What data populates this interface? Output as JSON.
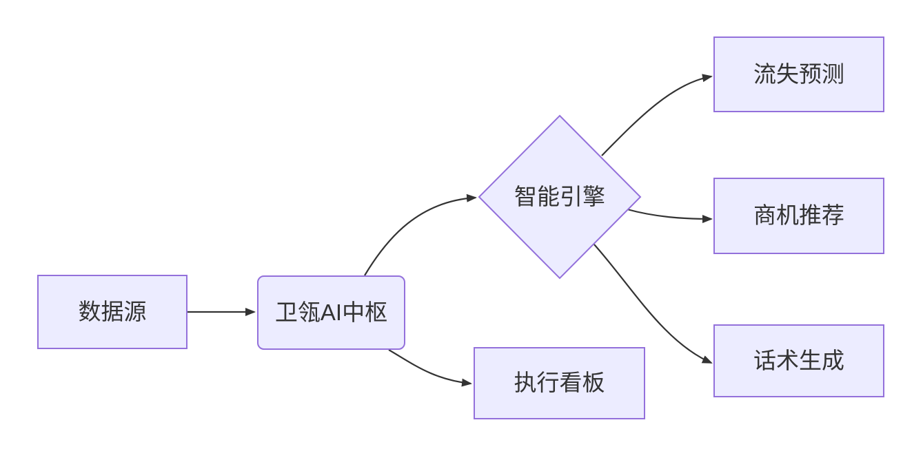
{
  "diagram": {
    "type": "flowchart",
    "direction": "left-to-right",
    "background": "#ffffff",
    "colors": {
      "node_fill": "#ECECFF",
      "node_border": "#9370DB",
      "edge_line": "#333333",
      "label_text": "#333333"
    },
    "nodes": [
      {
        "id": "datasource",
        "label": "数据源",
        "shape": "rectangle"
      },
      {
        "id": "aihub",
        "label": "卫瓴AI中枢",
        "shape": "rounded-rectangle"
      },
      {
        "id": "engine",
        "label": "智能引擎",
        "shape": "diamond"
      },
      {
        "id": "churn",
        "label": "流失预测",
        "shape": "rectangle"
      },
      {
        "id": "opportunity",
        "label": "商机推荐",
        "shape": "rectangle"
      },
      {
        "id": "script",
        "label": "话术生成",
        "shape": "rectangle"
      },
      {
        "id": "dashboard",
        "label": "执行看板",
        "shape": "rectangle"
      }
    ],
    "edges": [
      {
        "from": "数据源",
        "to": "卫瓴AI中枢",
        "arrow": true
      },
      {
        "from": "卫瓴AI中枢",
        "to": "智能引擎",
        "arrow": true
      },
      {
        "from": "卫瓴AI中枢",
        "to": "执行看板",
        "arrow": true
      },
      {
        "from": "智能引擎",
        "to": "流失预测",
        "arrow": true
      },
      {
        "from": "智能引擎",
        "to": "商机推荐",
        "arrow": true
      },
      {
        "from": "智能引擎",
        "to": "话术生成",
        "arrow": true
      }
    ]
  }
}
